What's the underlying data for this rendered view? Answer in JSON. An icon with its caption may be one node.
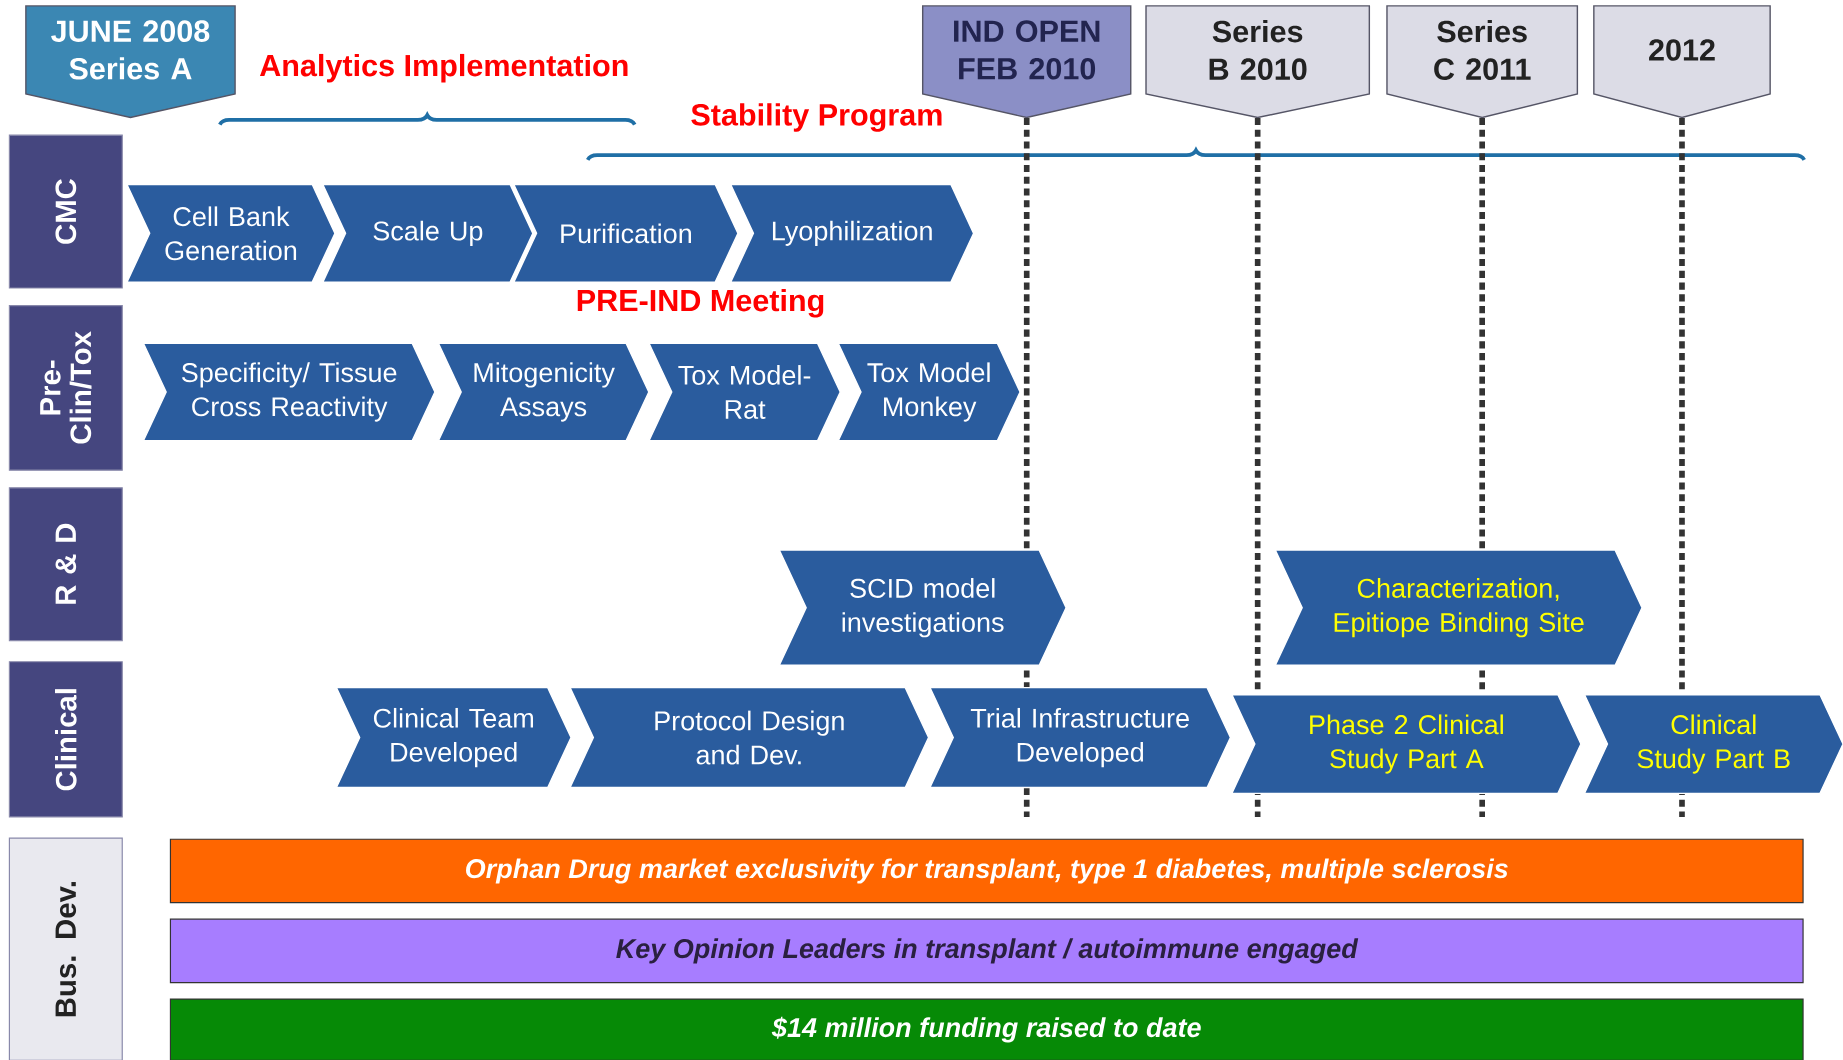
{
  "diagram": {
    "nodes": [
      {
        "text": [
          "JUNE 2008 Series A"
        ]
      },
      {
        "text": [
          "IND OPEN FEB 2010"
        ]
      },
      {
        "text": [
          "Series B 2010"
        ]
      },
      {
        "text": [
          "Series C 2011"
        ]
      },
      {
        "text": [
          "2012"
        ]
      },
      {
        "text": [
          "CMC"
        ]
      },
      {
        "text": [
          "Cell Bank Generation"
        ]
      },
      {
        "text": [
          "Scale Up"
        ]
      },
      {
        "text": [
          "Purification"
        ]
      },
      {
        "text": [
          "Lyophilization"
        ]
      },
      {
        "text": [
          "Pre- Clin/Tox"
        ]
      },
      {
        "text": [
          "Specificity/ Tissue Cross Reactivity"
        ]
      },
      {
        "text": [
          "Mitogenicity Assays"
        ]
      },
      {
        "text": [
          "Tox Model- Rat"
        ]
      },
      {
        "text": [
          "Tox Model Monkey"
        ]
      },
      {
        "text": [
          "R & D"
        ]
      },
      {
        "text": [
          "SCID model investigations"
        ]
      },
      {
        "text": [
          "Characterization, Epitiope Binding Site"
        ]
      },
      {
        "text": [
          "Clinical"
        ]
      },
      {
        "text": [
          "Clinical Team Developed"
        ]
      },
      {
        "text": [
          "Protocol Design and Dev."
        ]
      },
      {
        "text": [
          "Trial Infrastructure Developed"
        ]
      },
      {
        "text": [
          "Phase 2 Clinical Study Part A"
        ]
      },
      {
        "text": [
          "Clinical Study Part B"
        ]
      },
      {
        "text": [
          "Bus. Dev."
        ]
      },
      {
        "text": [
          "Orphan Drug market exclusivity for transplant, type 1 diabetes, multiple sclerosis"
        ]
      },
      {
        "text": [
          "Key Opinion Leaders in transplant / autoimmune engaged"
        ]
      },
      {
        "text": [
          "$14 million funding raised to date"
        ]
      }
    ],
    "edges": [
      {
        "from": 1,
        "to": null,
        "arrow": "none",
        "style": "dashed"
      },
      {
        "from": 2,
        "to": null,
        "arrow": "none",
        "style": "dashed"
      },
      {
        "from": 3,
        "to": null,
        "arrow": "none",
        "style": "dashed"
      },
      {
        "from": 4,
        "to": null,
        "arrow": "none",
        "style": "dashed"
      }
    ],
    "labels": [
      "Analytics Implementation",
      "Stability Program",
      "PRE-IND Meeting"
    ]
  }
}
